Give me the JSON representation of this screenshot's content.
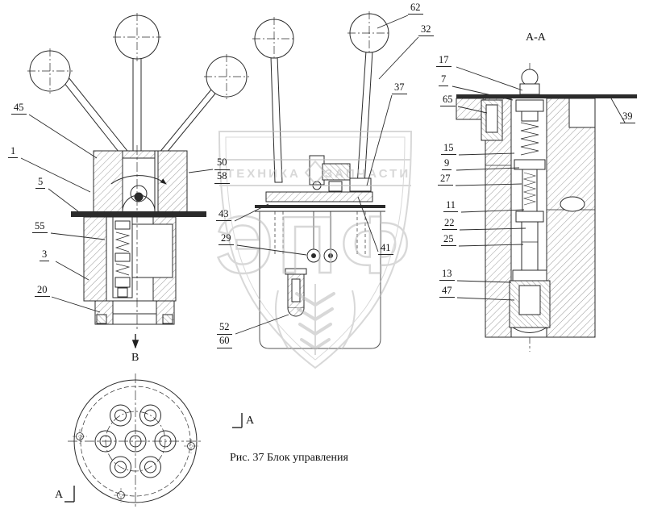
{
  "caption": "Рис. 37 Блок управления",
  "view_labels": {
    "section_aa": "А-А",
    "view_b": "В",
    "cut_a": "А"
  },
  "watermark": {
    "band_left": "ТЕХНИКА",
    "band_right": "ЗАПЧАСТИ",
    "monogram": "ЭПФ"
  },
  "callouts": [
    {
      "label": "62"
    },
    {
      "label": "32"
    },
    {
      "label": "37"
    },
    {
      "label": "45"
    },
    {
      "label": "1"
    },
    {
      "label": "5"
    },
    {
      "label": "55"
    },
    {
      "label": "3"
    },
    {
      "label": "20"
    },
    {
      "label": "50"
    },
    {
      "label": "58"
    },
    {
      "label": "43"
    },
    {
      "label": "29"
    },
    {
      "label": "41"
    },
    {
      "label": "52"
    },
    {
      "label": "60"
    },
    {
      "label": "17"
    },
    {
      "label": "7"
    },
    {
      "label": "65"
    },
    {
      "label": "15"
    },
    {
      "label": "9"
    },
    {
      "label": "27"
    },
    {
      "label": "11"
    },
    {
      "label": "22"
    },
    {
      "label": "25"
    },
    {
      "label": "13"
    },
    {
      "label": "47"
    },
    {
      "label": "39"
    }
  ]
}
